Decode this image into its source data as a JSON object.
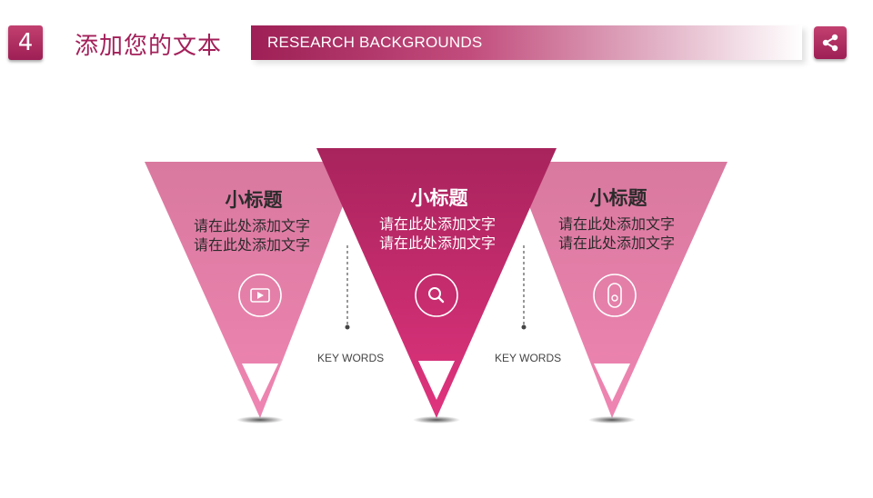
{
  "header": {
    "number": "4",
    "title": "添加您的文本",
    "banner_text": "RESEARCH BACKGROUNDS"
  },
  "cards": [
    {
      "title": "小标题",
      "line1": "请在此处添加文字",
      "line2": "请在此处添加文字",
      "icon": "play-icon"
    },
    {
      "title": "小标题",
      "line1": "请在此处添加文字",
      "line2": "请在此处添加文字",
      "icon": "search-icon"
    },
    {
      "title": "小标题",
      "line1": "请在此处添加文字",
      "line2": "请在此处添加文字",
      "icon": "person-icon"
    }
  ],
  "keywords": [
    "KEY WORDS",
    "KEY WORDS"
  ],
  "colors": {
    "primary": "#a3205a",
    "side_card": "#e26f9f",
    "center_card": "#b0225e"
  }
}
